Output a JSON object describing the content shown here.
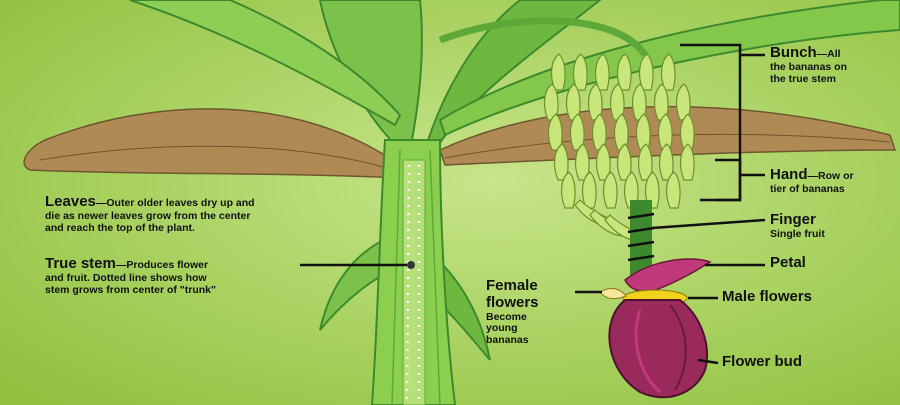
{
  "labels": {
    "bunch": {
      "title": "Bunch",
      "desc_1": "—All",
      "desc_2": "the bananas on",
      "desc_3": "the true stem"
    },
    "hand": {
      "title": "Hand",
      "desc_1": "—Row or",
      "desc_2": "tier of bananas"
    },
    "finger": {
      "title": "Finger",
      "desc": "Single fruit"
    },
    "petal": {
      "title": "Petal"
    },
    "male_flowers": {
      "title": "Male flowers"
    },
    "female_flowers": {
      "title_1": "Female",
      "title_2": "flowers",
      "desc_1": "Become",
      "desc_2": "young",
      "desc_3": "bananas"
    },
    "flower_bud": {
      "title": "Flower bud"
    },
    "leaves": {
      "title": "Leaves",
      "desc_1": "—Outer older leaves dry up  and",
      "desc_2": "die as newer leaves grow from the center",
      "desc_3": "and reach the top of the plant."
    },
    "true_stem": {
      "title": "True stem",
      "desc_1": "—Produces flower",
      "desc_2": "and fruit. Dotted line shows how",
      "desc_3": "stem grows from center of \"trunk\""
    }
  },
  "colors": {
    "background": "#9ccd45",
    "background_light": "#c8e58a",
    "leaf_green": "#7cc24a",
    "leaf_dark": "#3d8a2e",
    "dry_leaf": "#b08a55",
    "stem": "#8ccf4f",
    "banana": "#c8e67a",
    "bud": "#9b2a5c",
    "petal": "#c0397a",
    "male_flower_yellow": "#f2d21b",
    "line": "#111111"
  }
}
